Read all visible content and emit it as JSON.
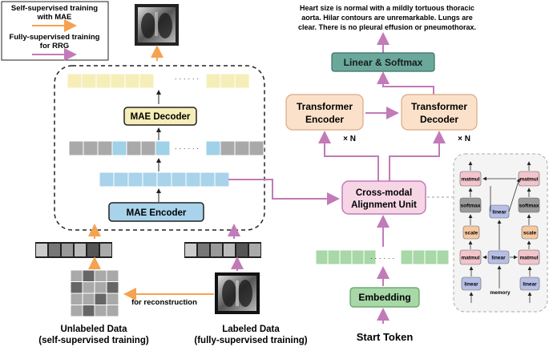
{
  "legend": {
    "self_supervised": "Self-supervised training with MAE",
    "self_supervised_line1": "Self-supervised training",
    "self_supervised_line2": "with MAE",
    "fully_supervised_line1": "Fully-supervised training",
    "fully_supervised_line2": "for RRG"
  },
  "report_text": {
    "line1": "Heart size is normal with a mildly tortuous thoracic",
    "line2": "aorta.  Hilar contours are unremarkable.  Lungs are",
    "line3": "clear.  There is no pleural effusion or pneumothorax."
  },
  "blocks": {
    "mae_decoder": "MAE Decoder",
    "mae_encoder": "MAE Encoder",
    "linear_softmax": "Linear & Softmax",
    "transformer_encoder_l1": "Transformer",
    "transformer_encoder_l2": "Encoder",
    "transformer_decoder_l1": "Transformer",
    "transformer_decoder_l2": "Decoder",
    "cross_modal_l1": "Cross-modal",
    "cross_modal_l2": "Alignment Unit",
    "embedding": "Embedding"
  },
  "labels": {
    "times_n_enc": "× N",
    "times_n_dec": "× N",
    "dots": "· · · · · ·",
    "for_reconstruction": "for reconstruction",
    "unlabeled_l1": "Unlabeled Data",
    "unlabeled_l2": "(self-supervised training)",
    "labeled_l1": "Labeled Data",
    "labeled_l2": "(fully-supervised training)",
    "start_token": "Start Token"
  },
  "alignment_unit": {
    "matmul": "matmul",
    "softmax": "softmax",
    "scale": "scale",
    "linear": "linear",
    "memory": "memory"
  },
  "colors": {
    "self_supervised_arrow": "#f5a251",
    "fully_supervised_arrow": "#c27ab8",
    "decoder_token": "#f6eeb8",
    "encoder_token": "#a8d3ea",
    "masked_token": "#a9a9a9",
    "visible_token": "#9fd1e8",
    "green_token": "#a8d7a8",
    "linear_softmax_fill": "#6aa89b",
    "transformer_fill": "#fbe1c9",
    "cross_modal_fill": "#f6d6e4",
    "embedding_fill": "#a8d7a8"
  }
}
